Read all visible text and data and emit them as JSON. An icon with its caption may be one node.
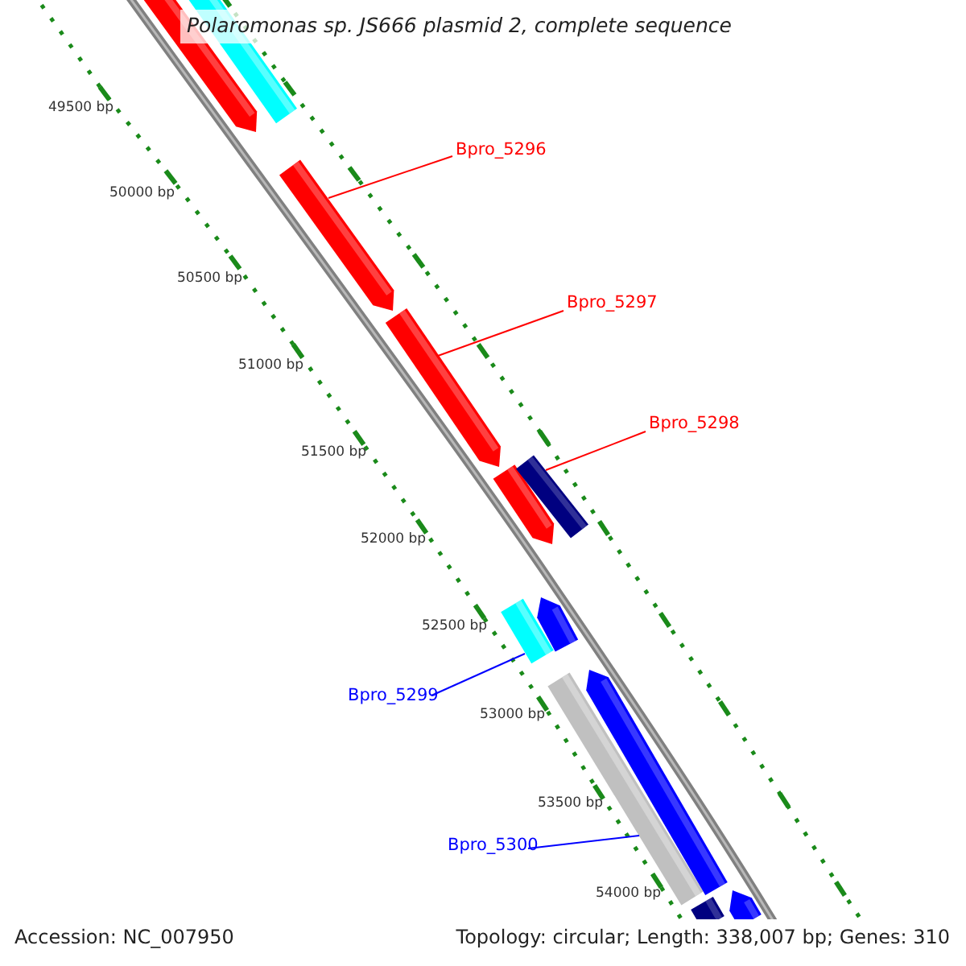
{
  "diagram": {
    "title": "Polaromonas sp. JS666 plasmid 2, complete sequence",
    "nodes": [
      {
        "text": [],
        "shape": "bar"
      },
      {
        "text": [],
        "shape": "bar"
      },
      {
        "text": [
          "Bpro_5296"
        ]
      },
      {
        "text": [],
        "shape": "bar"
      },
      {
        "text": [
          "Bpro_5297"
        ]
      },
      {
        "text": [],
        "shape": "bar"
      },
      {
        "text": [
          "Bpro_5298"
        ]
      },
      {
        "text": [],
        "shape": "bar"
      },
      {
        "text": [],
        "shape": "bar"
      },
      {
        "text": [],
        "shape": "bar"
      },
      {
        "text": [],
        "shape": "bar"
      },
      {
        "text": [
          "Bpro_5299"
        ]
      },
      {
        "text": [],
        "shape": "bar"
      },
      {
        "text": [],
        "shape": "bar"
      },
      {
        "text": [
          "Bpro_5300"
        ]
      },
      {
        "text": [],
        "shape": "bar"
      },
      {
        "text": [],
        "shape": "bar"
      }
    ],
    "edges": [
      {
        "from": 2,
        "to": 3,
        "arrow": "none"
      },
      {
        "from": 4,
        "to": 5,
        "arrow": "none"
      },
      {
        "from": 6,
        "to": 8,
        "arrow": "none"
      },
      {
        "from": 11,
        "to": 9,
        "arrow": "none",
        "color": "#0000ff"
      },
      {
        "from": 14,
        "to": 12,
        "arrow": "none",
        "color": "#0000ff"
      }
    ],
    "labels": [
      "49500 bp",
      "50000 bp",
      "50500 bp",
      "51000 bp",
      "51500 bp",
      "52000 bp",
      "52500 bp",
      "53000 bp",
      "53500 bp",
      "54000 bp",
      "Accession: NC_007950",
      "Topology: circular; Length: 338,007 bp; Genes: 310"
    ]
  }
}
